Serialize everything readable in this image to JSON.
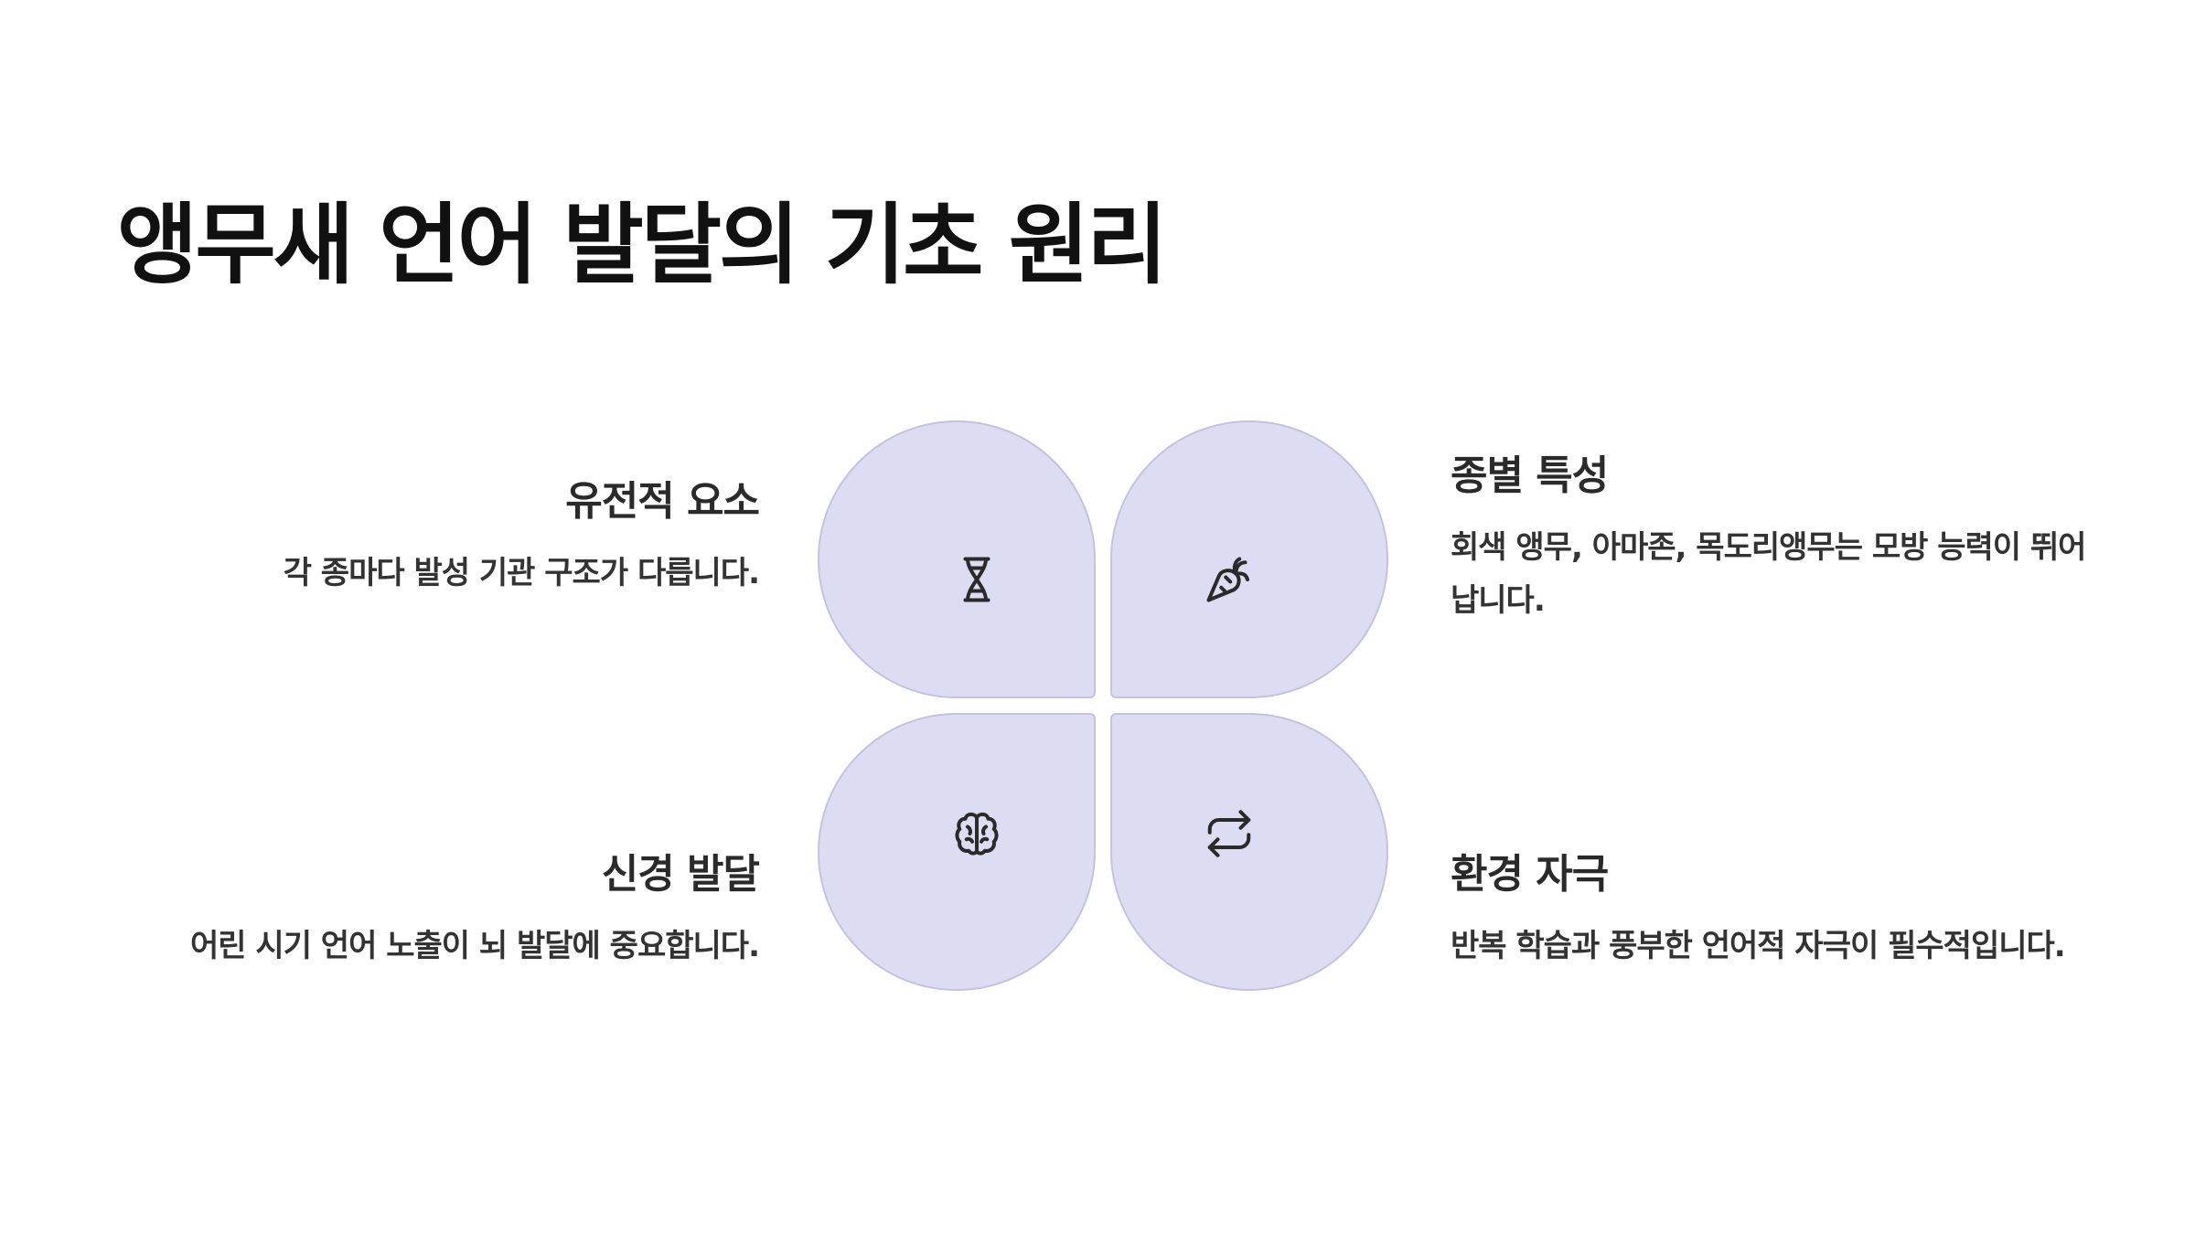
{
  "title": "앵무새 언어 발달의 기초 원리",
  "colors": {
    "leaf_fill": "#dcdcf2",
    "leaf_border": "#c4c2df",
    "icon_stroke": "#2a2a2a"
  },
  "features": {
    "genetic": {
      "title": "유전적 요소",
      "description": "각 종마다 발성 기관 구조가 다릅니다.",
      "icon": "dna-icon"
    },
    "species": {
      "title": "종별 특성",
      "description": "회색 앵무, 아마존, 목도리앵무는 모방 능력이 뛰어납니다.",
      "icon": "carrot-icon"
    },
    "neural": {
      "title": "신경 발달",
      "description": "어린 시기 언어 노출이 뇌 발달에 중요합니다.",
      "icon": "brain-icon"
    },
    "environment": {
      "title": "환경 자극",
      "description": "반복 학습과 풍부한 언어적 자극이 필수적입니다.",
      "icon": "repeat-icon"
    }
  }
}
